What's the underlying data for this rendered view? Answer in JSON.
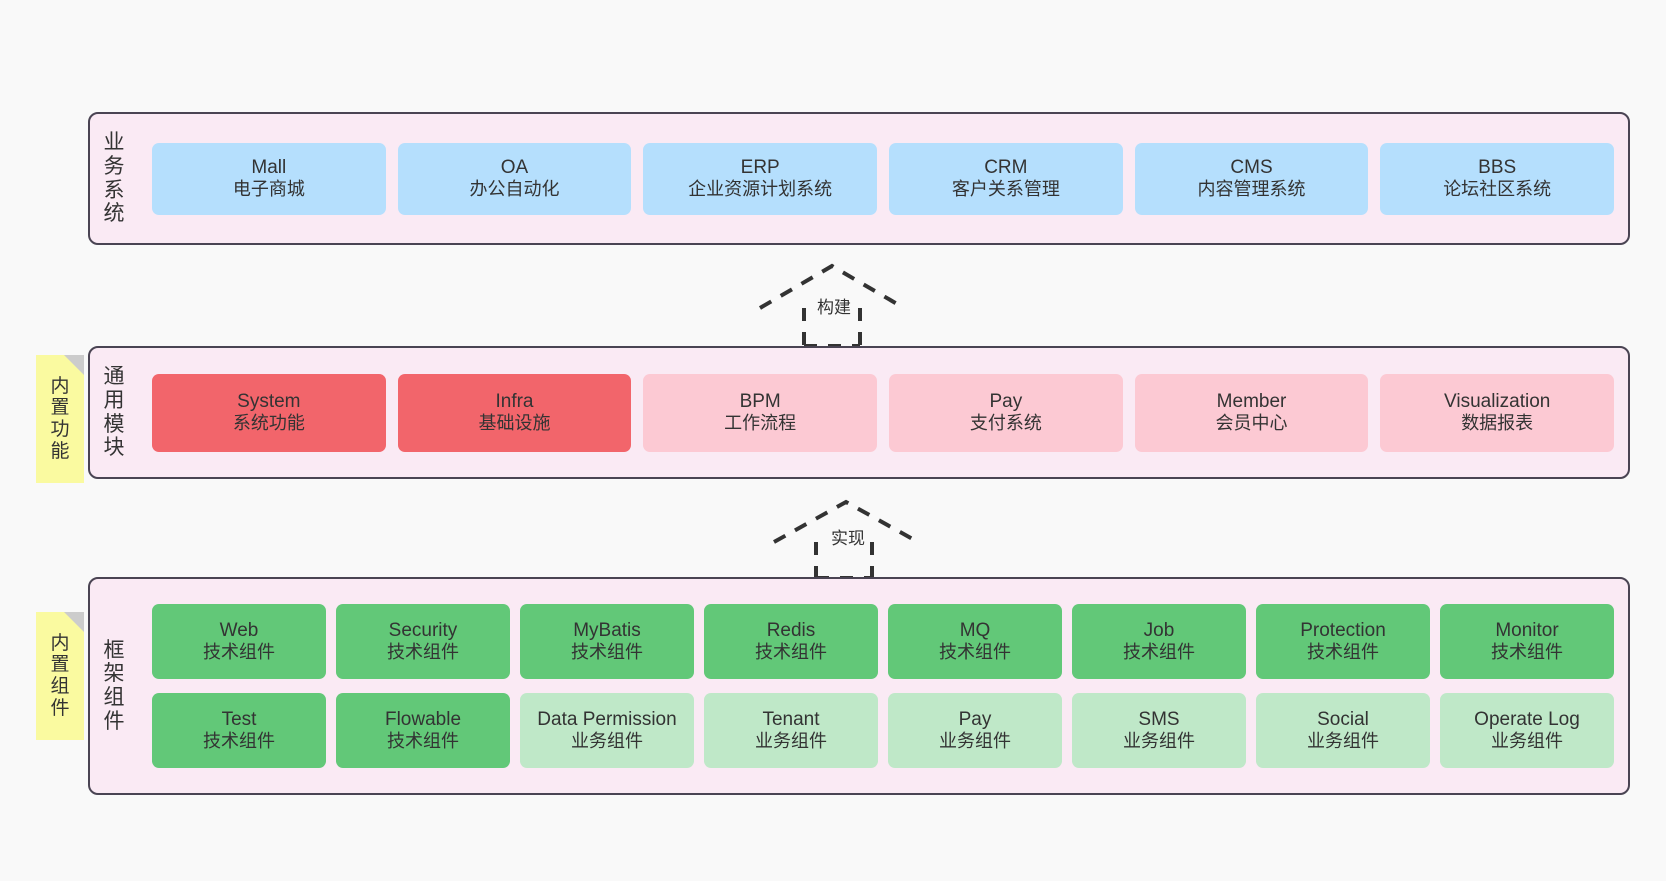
{
  "diagram": {
    "background_color": "#f9f9f9",
    "layer_fill": "#faeaf4",
    "layer_border": "#4a4453",
    "note_fill": "#fafaa0",
    "note_fold": "#cccccc"
  },
  "notes": [
    {
      "label": "内置功能"
    },
    {
      "label": "内置组件"
    }
  ],
  "connectors": [
    {
      "label": "构建",
      "style": "dashed-hollow-arrow-up"
    },
    {
      "label": "实现",
      "style": "dashed-hollow-arrow-up"
    }
  ],
  "layers": [
    {
      "id": "business",
      "title": "业务系统",
      "rows": [
        {
          "cards": [
            {
              "en": "Mall",
              "cn": "电子商城",
              "color": "#b5dffd"
            },
            {
              "en": "OA",
              "cn": "办公自动化",
              "color": "#b5dffd"
            },
            {
              "en": "ERP",
              "cn": "企业资源计划系统",
              "color": "#b5dffd"
            },
            {
              "en": "CRM",
              "cn": "客户关系管理",
              "color": "#b5dffd"
            },
            {
              "en": "CMS",
              "cn": "内容管理系统",
              "color": "#b5dffd"
            },
            {
              "en": "BBS",
              "cn": "论坛社区系统",
              "color": "#b5dffd"
            }
          ]
        }
      ]
    },
    {
      "id": "common",
      "title": "通用模块",
      "rows": [
        {
          "cards": [
            {
              "en": "System",
              "cn": "系统功能",
              "color": "#f2656b"
            },
            {
              "en": "Infra",
              "cn": "基础设施",
              "color": "#f2656b"
            },
            {
              "en": "BPM",
              "cn": "工作流程",
              "color": "#fcc9d3"
            },
            {
              "en": "Pay",
              "cn": "支付系统",
              "color": "#fcc9d3"
            },
            {
              "en": "Member",
              "cn": "会员中心",
              "color": "#fcc9d3"
            },
            {
              "en": "Visualization",
              "cn": "数据报表",
              "color": "#fcc9d3"
            }
          ]
        }
      ]
    },
    {
      "id": "framework",
      "title": "框架组件",
      "rows": [
        {
          "cards": [
            {
              "en": "Web",
              "cn": "技术组件",
              "color": "#62c878"
            },
            {
              "en": "Security",
              "cn": "技术组件",
              "color": "#62c878"
            },
            {
              "en": "MyBatis",
              "cn": "技术组件",
              "color": "#62c878"
            },
            {
              "en": "Redis",
              "cn": "技术组件",
              "color": "#62c878"
            },
            {
              "en": "MQ",
              "cn": "技术组件",
              "color": "#62c878"
            },
            {
              "en": "Job",
              "cn": "技术组件",
              "color": "#62c878"
            },
            {
              "en": "Protection",
              "cn": "技术组件",
              "color": "#62c878"
            },
            {
              "en": "Monitor",
              "cn": "技术组件",
              "color": "#62c878"
            }
          ]
        },
        {
          "cards": [
            {
              "en": "Test",
              "cn": "技术组件",
              "color": "#62c878"
            },
            {
              "en": "Flowable",
              "cn": "技术组件",
              "color": "#62c878"
            },
            {
              "en": "Data Permission",
              "cn": "业务组件",
              "color": "#bfe8c8",
              "wrap": true
            },
            {
              "en": "Tenant",
              "cn": "业务组件",
              "color": "#bfe8c8"
            },
            {
              "en": "Pay",
              "cn": "业务组件",
              "color": "#bfe8c8"
            },
            {
              "en": "SMS",
              "cn": "业务组件",
              "color": "#bfe8c8"
            },
            {
              "en": "Social",
              "cn": "业务组件",
              "color": "#bfe8c8"
            },
            {
              "en": "Operate Log",
              "cn": "业务组件",
              "color": "#bfe8c8"
            }
          ]
        }
      ]
    }
  ]
}
